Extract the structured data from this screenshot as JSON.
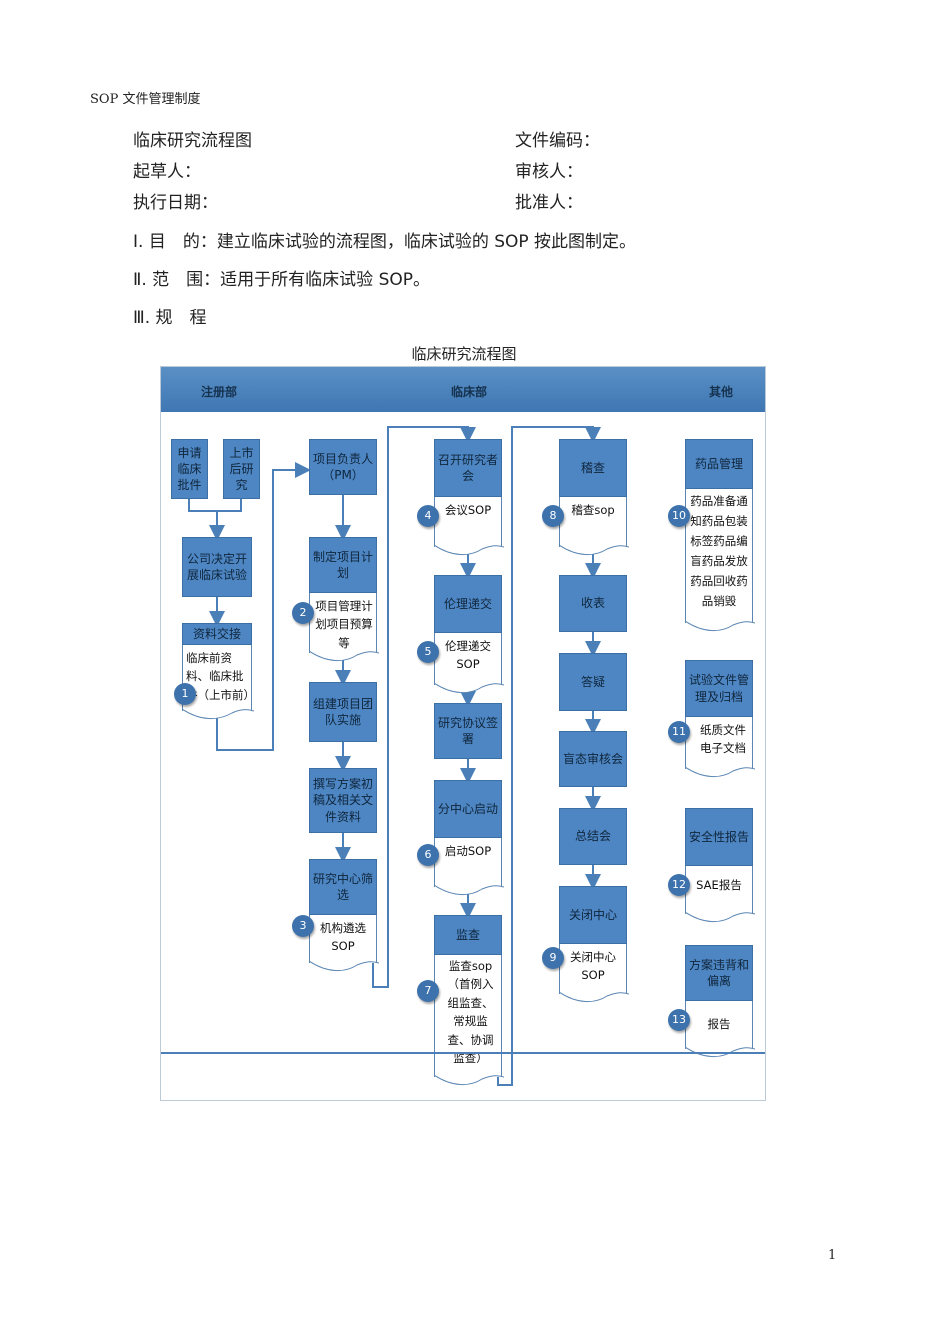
{
  "header": "SOP 文件管理制度",
  "meta": {
    "title": "临床研究流程图",
    "doc_code_label": "文件编码：",
    "drafter_label": "起草人：",
    "reviewer_label": "审核人：",
    "exec_date_label": "执行日期：",
    "approver_label": "批准人："
  },
  "sections": {
    "s1": "Ⅰ. 目　的：建立临床试验的流程图，临床试验的 SOP 按此图制定。",
    "s2": "Ⅱ. 范　围：适用于所有临床试验 SOP。",
    "s3": "Ⅲ. 规　程"
  },
  "chart_title": "临床研究流程图",
  "lanes": {
    "reg": "注册部",
    "clin": "临床部",
    "other": "其他"
  },
  "boxes": {
    "apply": "申请临床批件",
    "post": "上市后研究",
    "decide": "公司决定开展临床试验",
    "handover": "资料交接",
    "pm": "项目负责人（PM）",
    "plan": "制定项目计划",
    "team": "组建项目团队实施",
    "draft": "撰写方案初稿及相关文件资料",
    "screen": "研究中心筛选",
    "meeting": "召开研究者会",
    "ethics": "伦理递交",
    "agreement": "研究协议签署",
    "start": "分中心启动",
    "monitor": "监查",
    "audit": "稽查",
    "collect": "收表",
    "query": "答疑",
    "blind": "盲态审核会",
    "summary": "总结会",
    "close": "关闭中心",
    "drug": "药品管理",
    "archive": "试验文件管理及归档",
    "safety": "安全性报告",
    "deviation": "方案违背和偏离"
  },
  "docs": {
    "handover": "临床前资料、临床批件（上市前）",
    "plan": "项目管理计划项目预算等",
    "screen": "机构遴选SOP",
    "meeting": "会议SOP",
    "ethics": "伦理递交SOP",
    "start": "启动SOP",
    "monitor": "监查sop（首例入组监查、常规监查、协调监查）",
    "audit": "稽查sop",
    "close": "关闭中心SOP",
    "drug": "药品准备通知药品包装标签药品编盲药品发放药品回收药品销毁",
    "archive": "纸质文件电子文档",
    "safety": "SAE报告",
    "deviation": "报告"
  },
  "steps": [
    "1",
    "2",
    "3",
    "4",
    "5",
    "6",
    "7",
    "8",
    "9",
    "10",
    "11",
    "12",
    "13"
  ],
  "colors": {
    "lane_bar": "#4a82be",
    "box": "#4d86c2",
    "circle": "#3d72ad",
    "arrow": "#4a7fb8"
  },
  "page_number": "1"
}
